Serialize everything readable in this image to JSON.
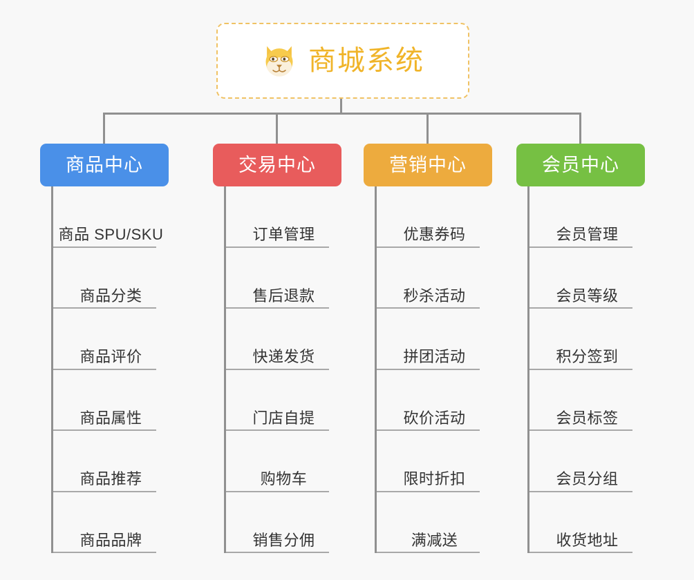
{
  "canvas": {
    "background_color": "#f8f8f8",
    "connector_color": "#909090",
    "leaf_rule_color": "#a8a8a8",
    "leaf_text_color": "#333333"
  },
  "root": {
    "title": "商城系统",
    "icon": "shiba-dog-icon",
    "text_color": "#f0b429",
    "border_color": "#f0c264",
    "background_color": "#ffffff"
  },
  "columns": [
    {
      "header": "商品中心",
      "color": "#4a90e8",
      "items": [
        "商品 SPU/SKU",
        "商品分类",
        "商品评价",
        "商品属性",
        "商品推荐",
        "商品品牌"
      ]
    },
    {
      "header": "交易中心",
      "color": "#e85c5c",
      "items": [
        "订单管理",
        "售后退款",
        "快递发货",
        "门店自提",
        "购物车",
        "销售分佣"
      ]
    },
    {
      "header": "营销中心",
      "color": "#edab3e",
      "items": [
        "优惠券码",
        "秒杀活动",
        "拼团活动",
        "砍价活动",
        "限时折扣",
        "满减送"
      ]
    },
    {
      "header": "会员中心",
      "color": "#76c043",
      "items": [
        "会员管理",
        "会员等级",
        "积分签到",
        "会员标签",
        "会员分组",
        "收货地址"
      ]
    }
  ]
}
